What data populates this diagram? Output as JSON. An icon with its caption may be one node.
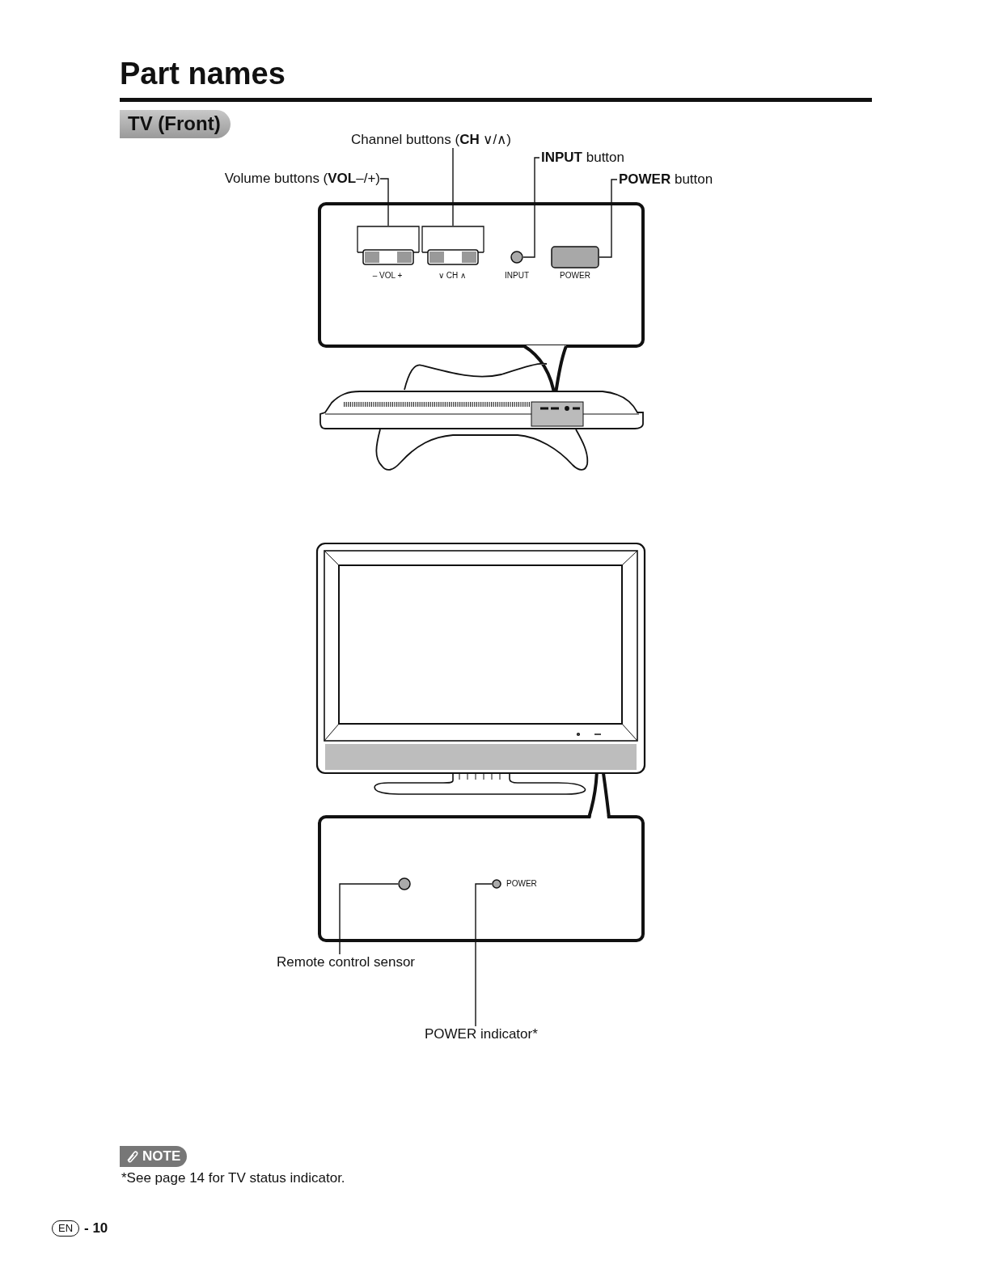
{
  "diagram": {
    "title": "Part names",
    "nodes": [
      {
        "text": [
          "Volume buttons (**VOL**–/+)"
        ]
      },
      {
        "text": [
          "Channel buttons (**CH** ∨/∧)"
        ]
      },
      {
        "text": [
          "**INPUT** button"
        ]
      },
      {
        "text": [
          "**POWER** button"
        ]
      },
      {
        "text": [],
        "shape": "box"
      },
      {
        "text": [],
        "shape": "bar",
        "in": 4,
        "beside": [
          "– VOL +"
        ]
      },
      {
        "text": [],
        "shape": "bar",
        "in": 4,
        "beside": [
          "∨ CH ∧"
        ]
      },
      {
        "text": [],
        "shape": "circle",
        "in": 4,
        "beside": [
          "INPUT"
        ]
      },
      {
        "text": [],
        "shape": "box",
        "in": 4,
        "beside": [
          "POWER"
        ]
      },
      {
        "text": [],
        "shape": "box"
      },
      {
        "text": [],
        "shape": "circle",
        "in": 9
      },
      {
        "text": [],
        "shape": "circle",
        "in": 9,
        "beside": [
          "POWER"
        ]
      },
      {
        "text": [
          "Remote control sensor"
        ]
      },
      {
        "text": [
          "POWER indicator*"
        ]
      }
    ],
    "edges": [
      {
        "from": 0,
        "to": 5,
        "arrow": "none"
      },
      {
        "from": 1,
        "to": 6,
        "arrow": "none"
      },
      {
        "from": 2,
        "to": 7,
        "arrow": "none"
      },
      {
        "from": 3,
        "to": 8,
        "arrow": "none"
      },
      {
        "from": 12,
        "to": 10,
        "arrow": "none"
      },
      {
        "from": 13,
        "to": 11,
        "arrow": "none"
      }
    ],
    "labels": [
      "TV (Front)",
      "NOTE",
      "*See page 14 for TV status indicator.",
      "EN",
      "- 10"
    ]
  }
}
